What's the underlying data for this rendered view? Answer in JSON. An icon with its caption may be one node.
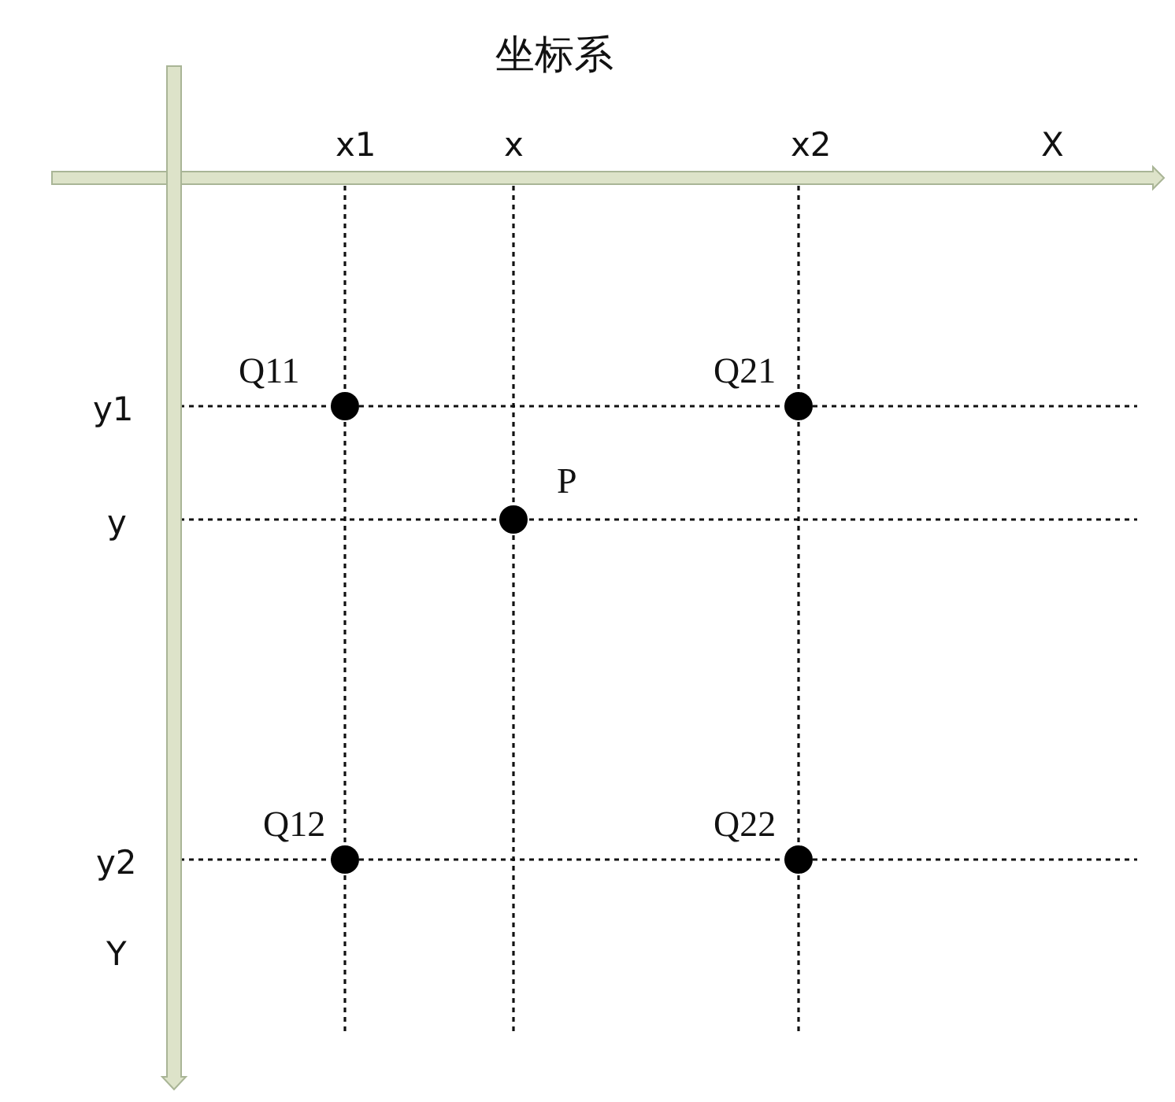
{
  "diagram": {
    "title": "坐标系",
    "nodes": [
      {
        "text": [],
        "shape": "circle",
        "beside": [
          "Q11"
        ]
      },
      {
        "text": [],
        "shape": "circle",
        "beside": [
          "Q21"
        ]
      },
      {
        "text": [],
        "shape": "circle",
        "beside": [
          "P"
        ]
      },
      {
        "text": [],
        "shape": "circle",
        "beside": [
          "Q12"
        ]
      },
      {
        "text": [],
        "shape": "circle",
        "beside": [
          "Q22"
        ]
      }
    ],
    "edges": [],
    "labels": [
      "x1",
      "x",
      "x2",
      "X",
      "y1",
      "y",
      "y2",
      "Y"
    ]
  }
}
